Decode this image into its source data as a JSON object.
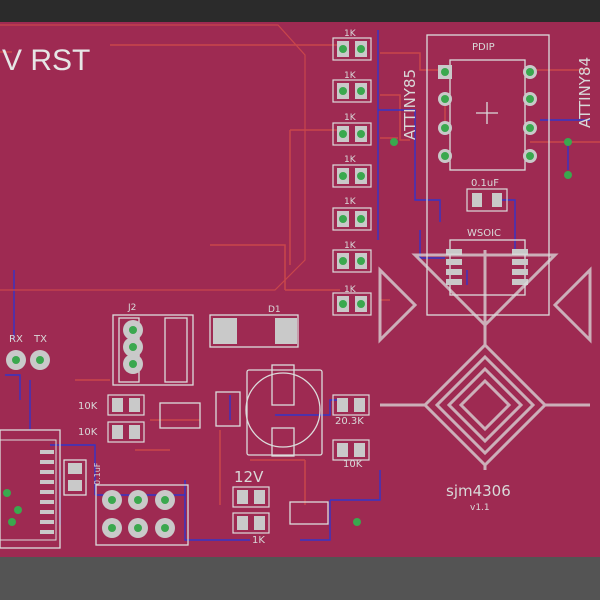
{
  "board": {
    "colors": {
      "frame": "#2b2b2b",
      "surround": "#545454",
      "board": "#9e2a52",
      "silk": "#dcdcdc",
      "pad": "#c9c9c9",
      "via": "#3aa84e",
      "trace_top": "#c8464b",
      "trace_bottom": "#3434c8",
      "copper_dark": "#3a2a2a"
    },
    "labels": {
      "title": "V RST",
      "r1": "1K",
      "r2": "1K",
      "r3": "1K",
      "r4": "1K",
      "r5": "1K",
      "r6": "1K",
      "r7": "1K",
      "pdip": "PDIP",
      "attiny85": "ATTINY85",
      "attiny84": "ATTINY84",
      "cap_top": "0.1uF",
      "wsoic": "WSOIC",
      "rx": "RX",
      "tx": "TX",
      "j2": "J2",
      "d1": "D1",
      "r10k_a": "10K",
      "r10k_b": "10K",
      "r20k": "20.3K",
      "r10k_c": "10K",
      "v12": "12V",
      "r1k_bottom": "1K",
      "cap_left": "0.1uF",
      "logo_name": "sjm4306",
      "version": "v1.1"
    }
  }
}
